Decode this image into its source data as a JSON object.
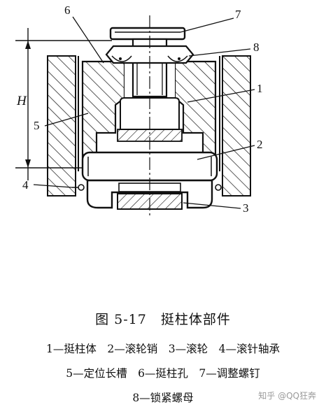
{
  "figure": {
    "part_labels": [
      "1",
      "2",
      "3",
      "4",
      "5",
      "6",
      "7",
      "8"
    ],
    "dimension_label": "H"
  },
  "caption": "图 5-17　挺柱体部件",
  "legend": {
    "line1": "1—挺柱体　2—滚轮销　3—滚轮　4—滚针轴承",
    "line2": "5—定位长槽　6—挺柱孔　7—调整螺钉",
    "line3": "8—锁紧螺母"
  },
  "watermark": "知乎 @QQ狂奔"
}
